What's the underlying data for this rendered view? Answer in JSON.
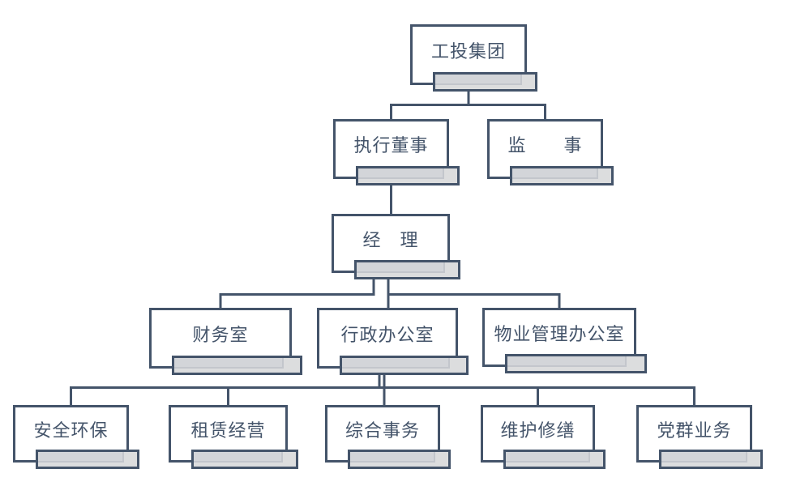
{
  "diagram": {
    "type": "org-chart",
    "colors": {
      "line": "#44546A",
      "text": "#44546A",
      "box_fill": "#ffffff",
      "shadow_bar_fill": "#d3d5d9",
      "shadow_bar_fill_light": "#dcddde",
      "shadow_bar_inner_edge": "#c3c6cc"
    },
    "nodes": {
      "group": {
        "label": "工投集团"
      },
      "executive_director": {
        "label": "执行董事"
      },
      "supervisor": {
        "label": "监　　事"
      },
      "manager": {
        "label": "经　理"
      },
      "finance_office": {
        "label": "财务室"
      },
      "admin_office": {
        "label": "行政办公室"
      },
      "property_office": {
        "label": "物业管理办公室"
      },
      "safety_env": {
        "label": "安全环保"
      },
      "leasing": {
        "label": "租赁经营"
      },
      "general_affairs": {
        "label": "综合事务"
      },
      "maintenance": {
        "label": "维护修缮"
      },
      "party_affairs": {
        "label": "党群业务"
      }
    },
    "edges": [
      [
        "group",
        "executive_director"
      ],
      [
        "group",
        "supervisor"
      ],
      [
        "executive_director",
        "manager"
      ],
      [
        "manager",
        "finance_office"
      ],
      [
        "manager",
        "admin_office"
      ],
      [
        "manager",
        "property_office"
      ],
      [
        "admin_office",
        "safety_env"
      ],
      [
        "admin_office",
        "leasing"
      ],
      [
        "admin_office",
        "general_affairs"
      ],
      [
        "admin_office",
        "maintenance"
      ],
      [
        "admin_office",
        "party_affairs"
      ]
    ]
  }
}
